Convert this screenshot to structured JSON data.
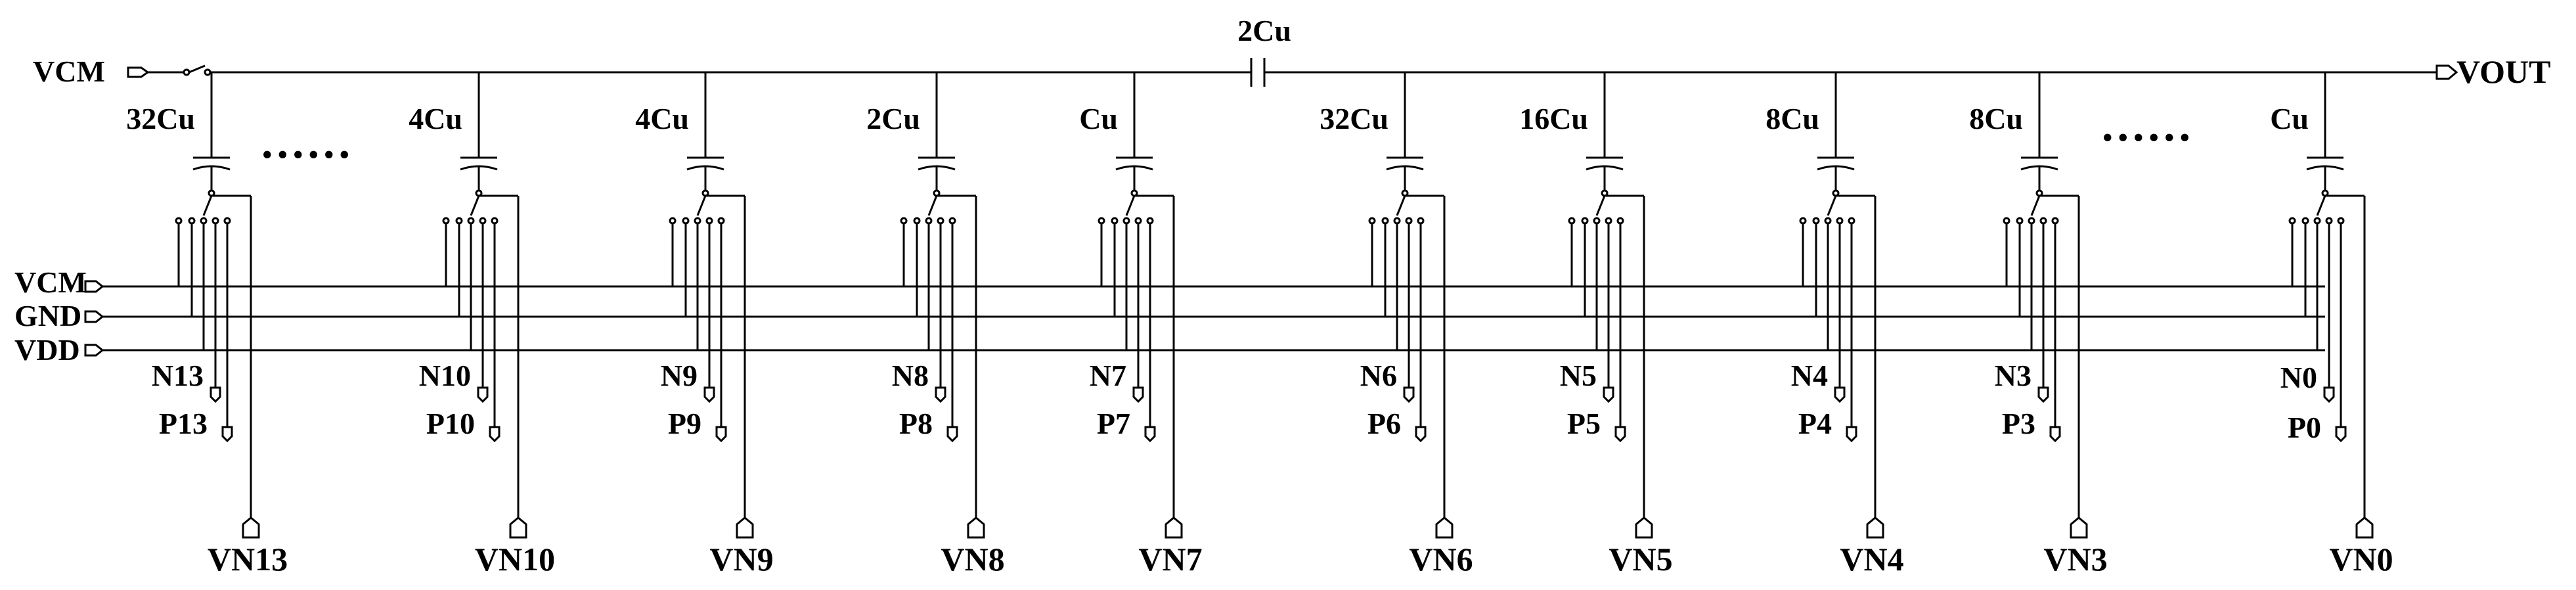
{
  "diagram": {
    "left_terminals": {
      "vcm_top": "VCM",
      "vcm_bus": "VCM",
      "gnd_bus": "GND",
      "vdd_bus": "VDD"
    },
    "output": "VOUT",
    "bridge_cap": "2Cu",
    "ellipsis": "......",
    "cells": [
      {
        "cap": "32Cu",
        "n": "N13",
        "p": "P13",
        "vn": "VN13"
      },
      {
        "cap": "4Cu",
        "n": "N10",
        "p": "P10",
        "vn": "VN10"
      },
      {
        "cap": "4Cu",
        "n": "N9",
        "p": "P9",
        "vn": "VN9"
      },
      {
        "cap": "2Cu",
        "n": "N8",
        "p": "P8",
        "vn": "VN8"
      },
      {
        "cap": "Cu",
        "n": "N7",
        "p": "P7",
        "vn": "VN7"
      },
      {
        "cap": "32Cu",
        "n": "N6",
        "p": "P6",
        "vn": "VN6"
      },
      {
        "cap": "16Cu",
        "n": "N5",
        "p": "P5",
        "vn": "VN5"
      },
      {
        "cap": "8Cu",
        "n": "N4",
        "p": "P4",
        "vn": "VN4"
      },
      {
        "cap": "8Cu",
        "n": "N3",
        "p": "P3",
        "vn": "VN3"
      },
      {
        "cap": "Cu",
        "n": "N0",
        "p": "P0",
        "vn": "VN0"
      }
    ]
  }
}
